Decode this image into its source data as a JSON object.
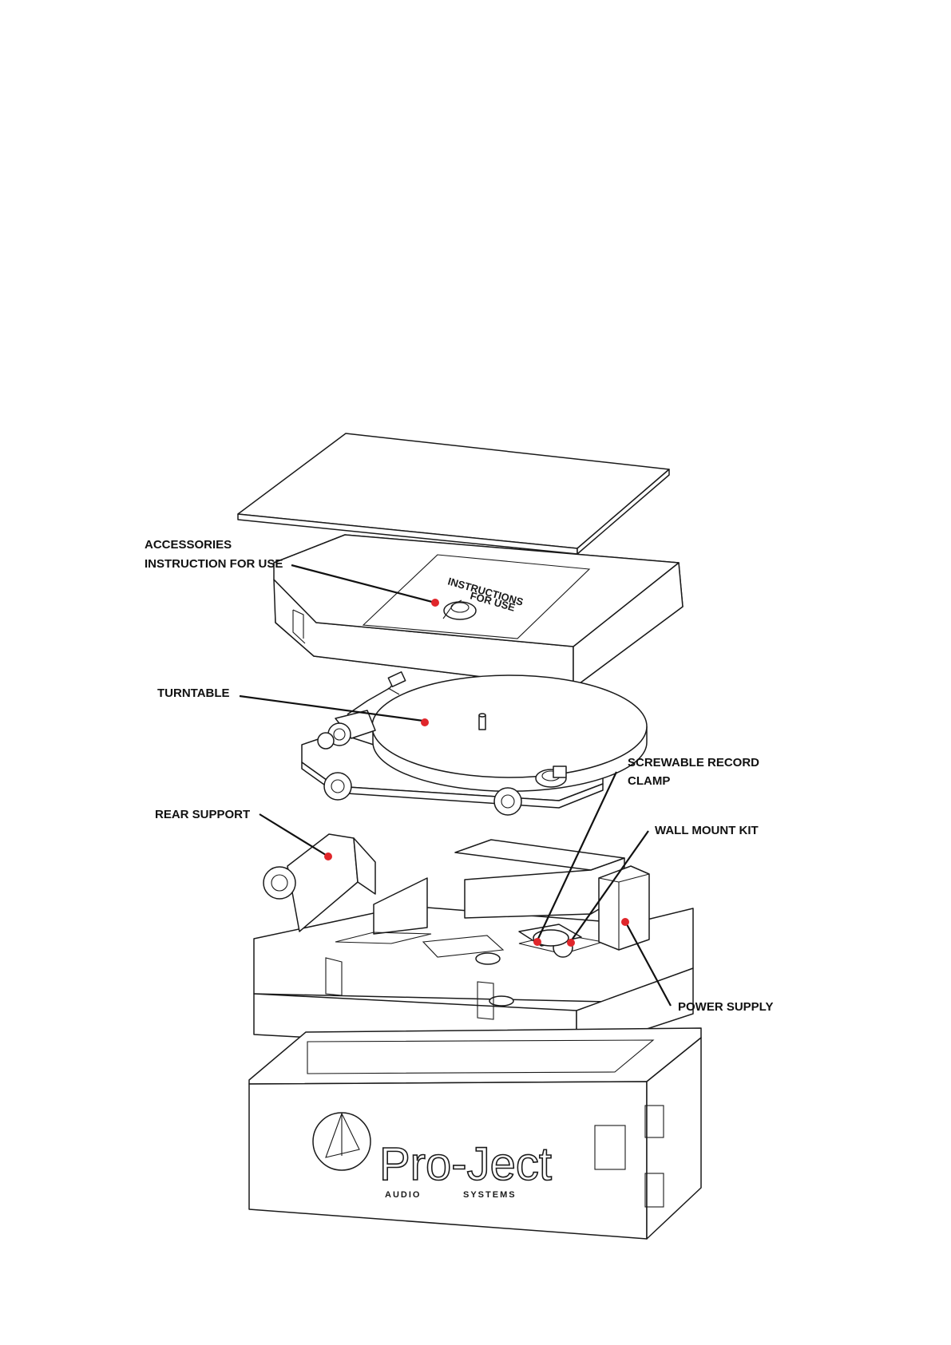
{
  "callouts": {
    "accessories": "ACCESSORIES",
    "instruction_for_use": "INSTRUCTION FOR USE",
    "turntable": "TURNTABLE",
    "rear_support": "REAR SUPPORT",
    "screwable_clamp_line1": "SCREWABLE RECORD",
    "screwable_clamp_line2": "CLAMP",
    "wall_mount_kit": "WALL MOUNT KIT",
    "power_supply": "POWER SUPPLY"
  },
  "tray_label": {
    "line1": "INSTRUCTIONS",
    "line2": "FOR USE"
  },
  "box_logo": {
    "brand": "Pro-Ject",
    "sub_left": "AUDIO",
    "sub_right": "SYSTEMS"
  },
  "colors": {
    "marker": "#e0262b",
    "line": "#1a1a1a"
  }
}
